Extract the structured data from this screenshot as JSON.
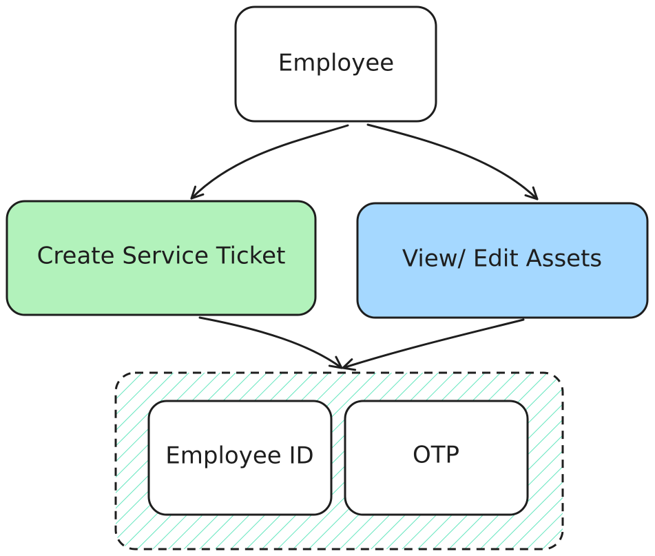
{
  "diagram": {
    "nodes": {
      "employee": {
        "label": "Employee",
        "fill": "#ffffff"
      },
      "create_ticket": {
        "label": "Create Service Ticket",
        "fill": "#b2f2bb"
      },
      "view_edit_assets": {
        "label": "View/ Edit Assets",
        "fill": "#a5d8ff"
      },
      "auth_group": {
        "hatch_color": "#63e6be"
      },
      "employee_id": {
        "label": "Employee ID",
        "fill": "#ffffff"
      },
      "otp": {
        "label": "OTP",
        "fill": "#ffffff"
      }
    },
    "stroke_color": "#1e1e1e",
    "edges": [
      {
        "from": "Employee",
        "to": "Create Service Ticket"
      },
      {
        "from": "Employee",
        "to": "View/ Edit Assets"
      },
      {
        "from": "Create Service Ticket",
        "to": "Employee ID / OTP"
      },
      {
        "from": "View/ Edit Assets",
        "to": "Employee ID / OTP"
      }
    ]
  }
}
